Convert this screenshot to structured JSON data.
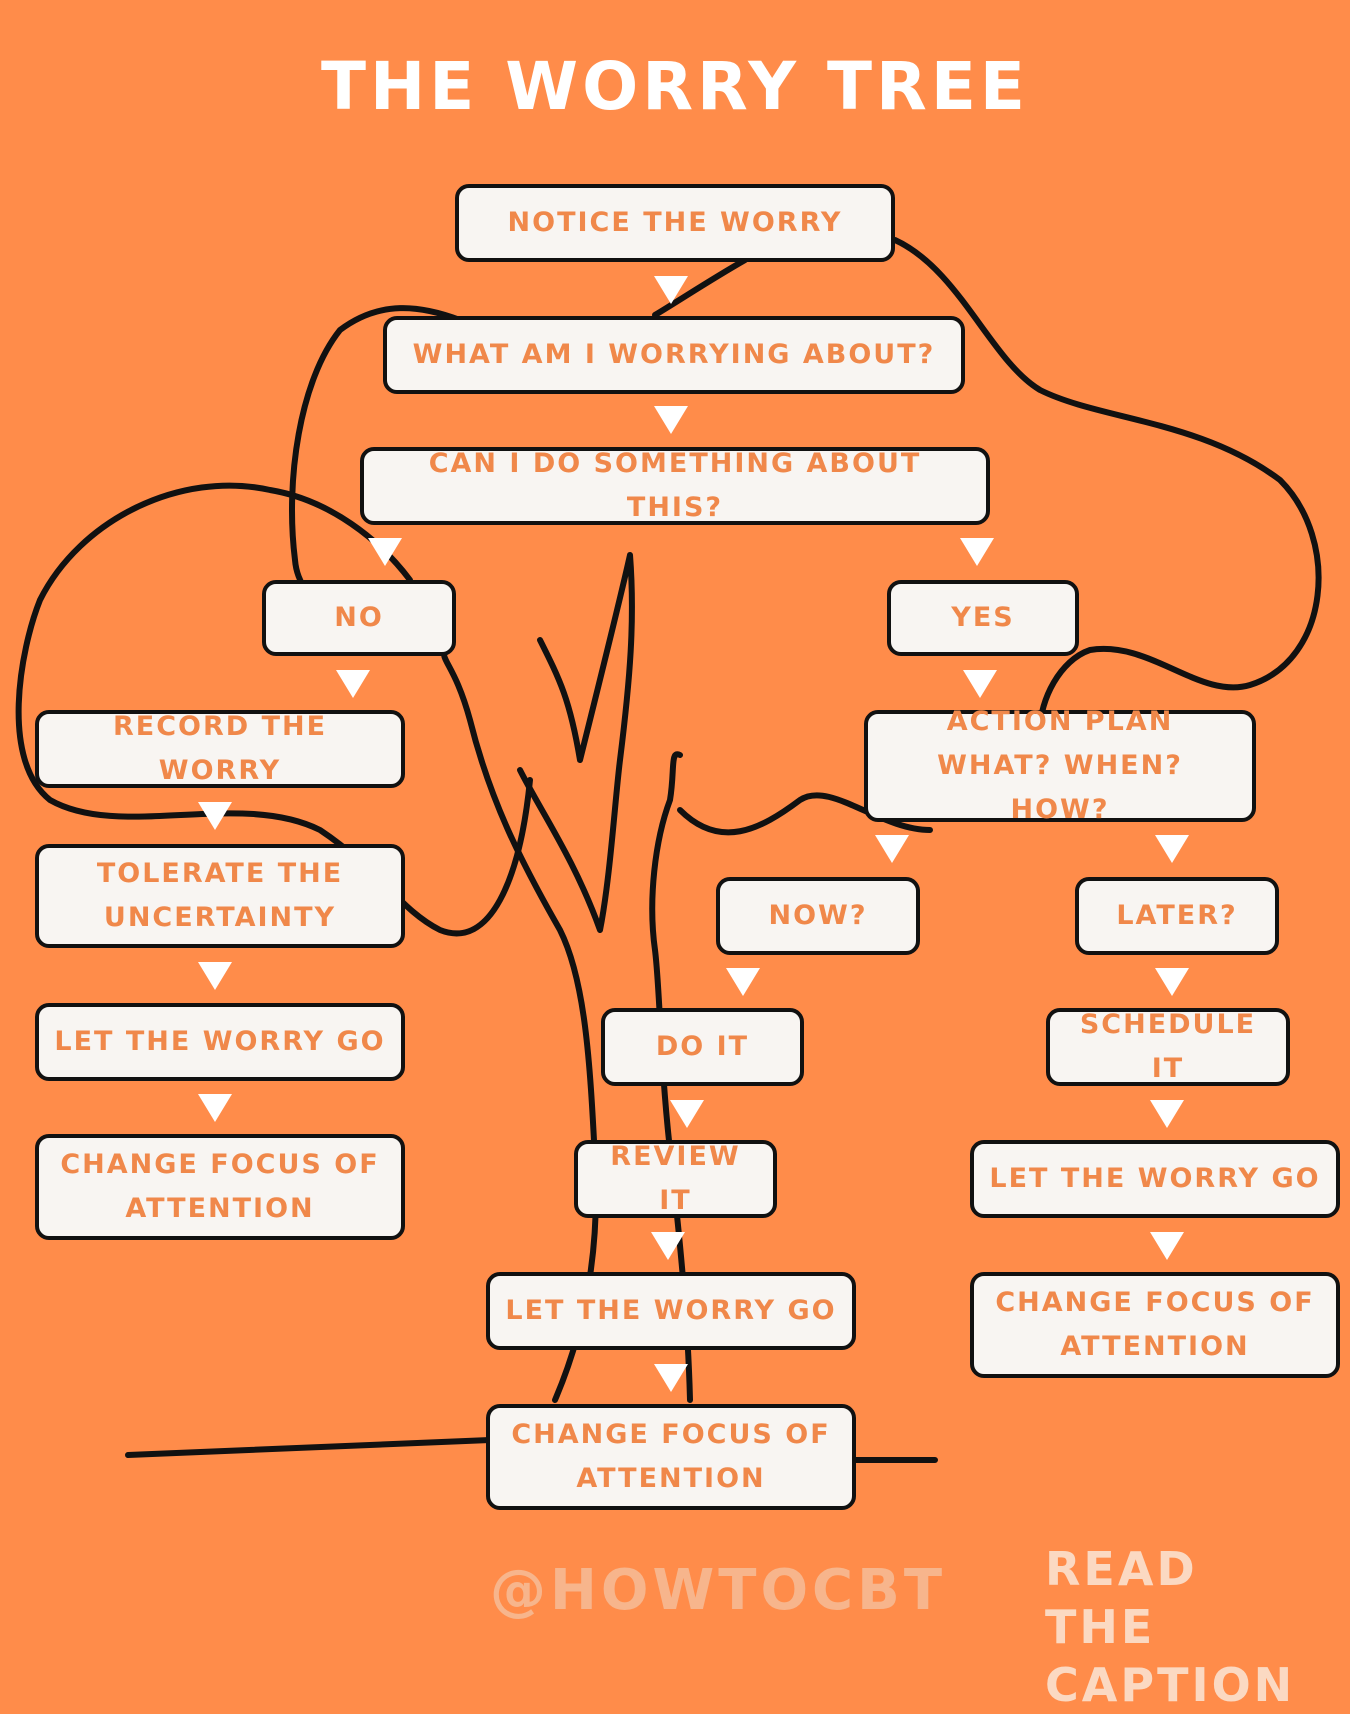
{
  "title": "THE WORRY TREE",
  "nodes": {
    "notice": "NOTICE THE WORRY",
    "what": "WHAT AM I WORRYING ABOUT?",
    "can": "CAN I DO SOMETHING ABOUT THIS?",
    "no": "NO",
    "yes": "YES",
    "record": "RECORD THE WORRY",
    "tolerate_1": "TOLERATE THE",
    "tolerate_2": "UNCERTAINTY",
    "letgo_left": "LET THE WORRY GO",
    "change_left_1": "CHANGE FOCUS OF",
    "change_left_2": "ATTENTION",
    "action_1": "ACTION PLAN",
    "action_2": "WHAT? WHEN? HOW?",
    "now": "NOW?",
    "later": "LATER?",
    "doit": "DO IT",
    "review": "REVIEW IT",
    "letgo_mid": "LET THE WORRY GO",
    "change_mid_1": "CHANGE FOCUS OF",
    "change_mid_2": "ATTENTION",
    "schedule": "SCHEDULE IT",
    "letgo_right": "LET THE WORRY GO",
    "change_right_1": "CHANGE FOCUS OF",
    "change_right_2": "ATTENTION"
  },
  "footer": {
    "handle": "@HOWTOCBT",
    "caption_1": "READ THE",
    "caption_2": "CAPTION"
  },
  "colors": {
    "background": "#FF8C4A",
    "box_fill": "#F8F5F2",
    "box_text": "#F0884A",
    "outline": "#111111",
    "arrow": "#FFFFFF"
  }
}
